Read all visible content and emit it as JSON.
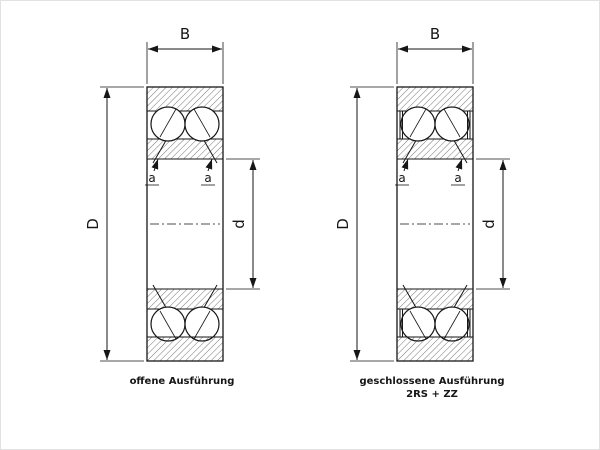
{
  "colors": {
    "ink": "#161616",
    "background": "#ffffff"
  },
  "diagram": {
    "left": {
      "caption": "offene Ausführung",
      "label_B": "B",
      "label_D": "D",
      "label_d": "d",
      "label_a1": "a",
      "label_a2": "a"
    },
    "right": {
      "caption_line1": "geschlossene Ausführung",
      "caption_line2": "2RS + ZZ",
      "label_B": "B",
      "label_D": "D",
      "label_d": "d",
      "label_a1": "a",
      "label_a2": "a"
    }
  }
}
